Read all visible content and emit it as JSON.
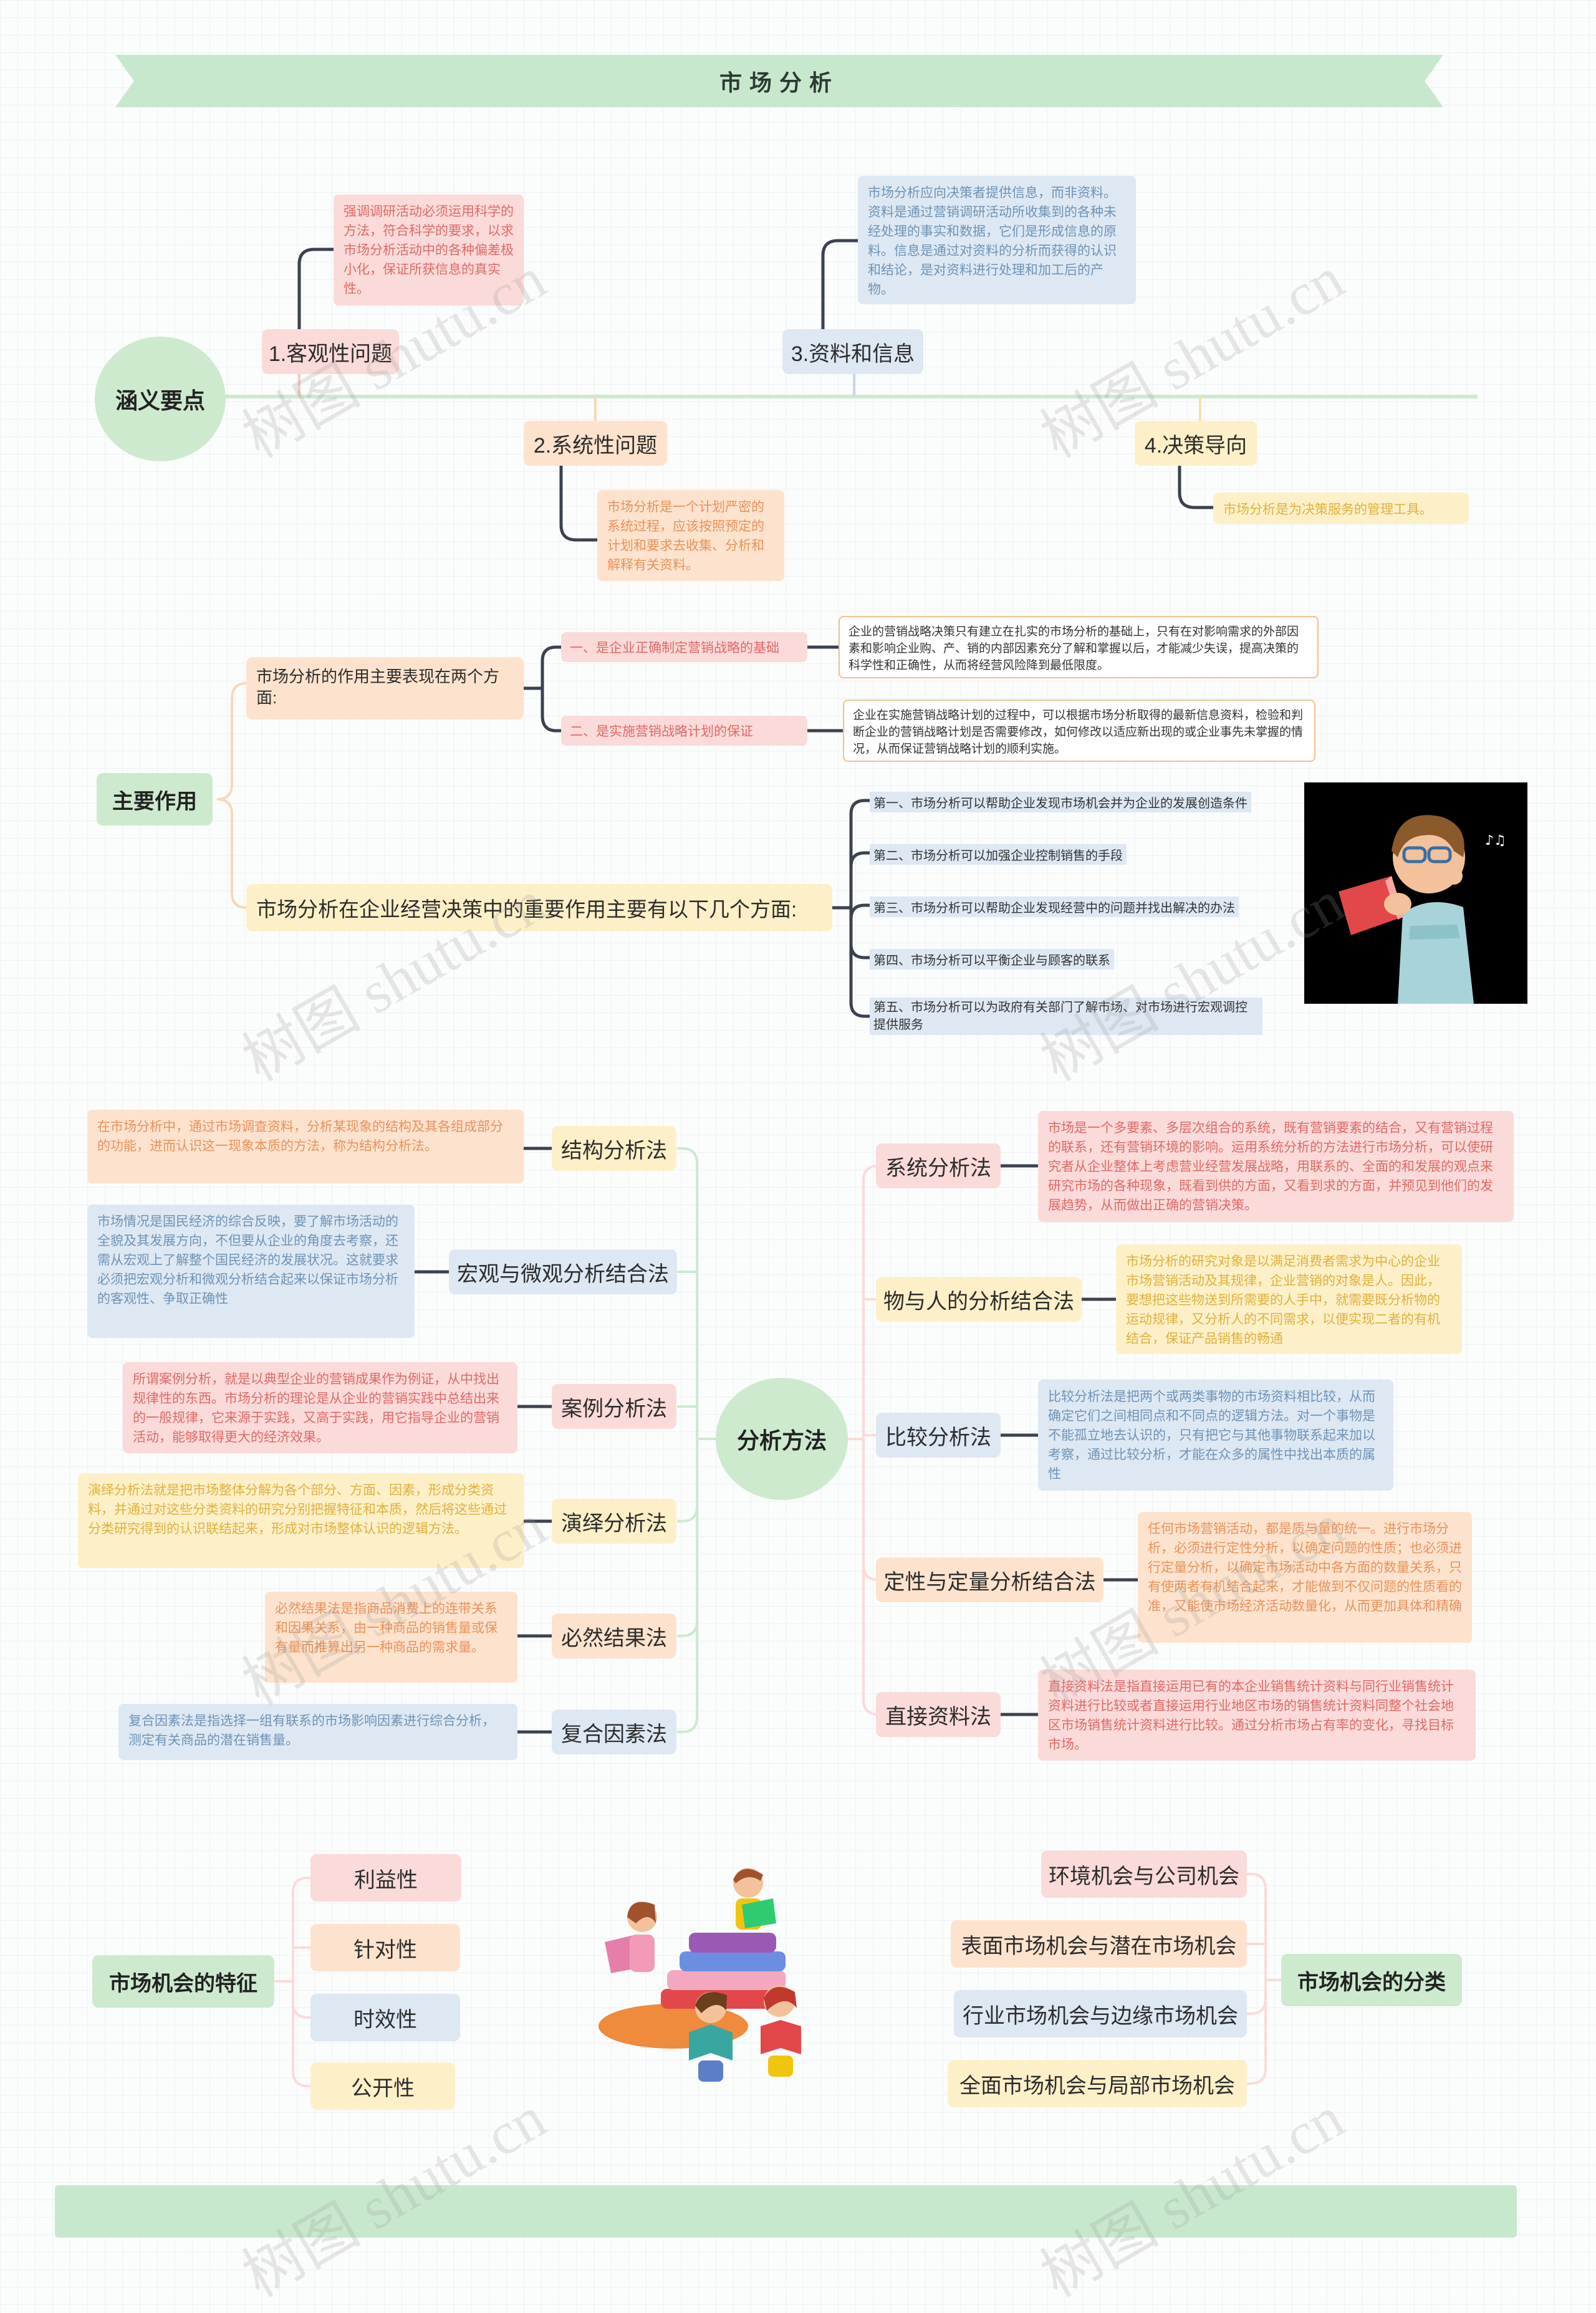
{
  "title": "市场分析",
  "section1": {
    "topic": "涵义要点",
    "branches": [
      {
        "label": "1.客观性问题",
        "note": "强调调研活动必须运用科学的方法，符合科学的要求，以求市场分析活动中的各种偏差极小化，保证所获信息的真实性。"
      },
      {
        "label": "2.系统性问题",
        "note": "市场分析是一个计划严密的系统过程，应该按照预定的计划和要求去收集、分析和解释有关资料。"
      },
      {
        "label": "3.资料和信息",
        "note": "市场分析应向决策者提供信息，而非资料。资料是通过营销调研活动所收集到的各种未经处理的事实和数据，它们是形成信息的原料。信息是通过对资料的分析而获得的认识和结论，是对资料进行处理和加工后的产物。"
      },
      {
        "label": "4.决策导向",
        "note": "市场分析是为决策服务的管理工具。"
      }
    ]
  },
  "section2": {
    "topic": "主要作用",
    "branch1": {
      "label": "市场分析的作用主要表现在两个方面:",
      "items": [
        {
          "label": "一、是企业正确制定营销战略的基础",
          "note": "企业的营销战略决策只有建立在扎实的市场分析的基础上，只有在对影响需求的外部因素和影响企业购、产、销的内部因素充分了解和掌握以后，才能减少失误，提高决策的科学性和正确性，从而将经营风险降到最低限度。"
        },
        {
          "label": "二、是实施营销战略计划的保证",
          "note": "企业在实施营销战略计划的过程中，可以根据市场分析取得的最新信息资料，检验和判断企业的营销战略计划是否需要修改，如何修改以适应新出现的或企业事先未掌握的情况，从而保证营销战略计划的顺利实施。"
        }
      ]
    },
    "branch2": {
      "label": "市场分析在企业经营决策中的重要作用主要有以下几个方面:",
      "items": [
        "第一、市场分析可以帮助企业发现市场机会并为企业的发展创造条件",
        "第二、市场分析可以加强企业控制销售的手段",
        "第三、市场分析可以帮助企业发现经营中的问题并找出解决的办法",
        "第四、市场分析可以平衡企业与顾客的联系",
        "第五、市场分析可以为政府有关部门了解市场、对市场进行宏观调控提供服务"
      ]
    }
  },
  "section3": {
    "topic": "分析方法",
    "left": [
      {
        "label": "结构分析法",
        "note": "在市场分析中，通过市场调查资料，分析某现象的结构及其各组成部分的功能，进而认识这一现象本质的方法，称为结构分析法。"
      },
      {
        "label": "宏观与微观分析结合法",
        "note": "市场情况是国民经济的综合反映，要了解市场活动的全貌及其发展方向，不但要从企业的角度去考察，还需从宏观上了解整个国民经济的发展状况。这就要求必须把宏观分析和微观分析结合起来以保证市场分析的客观性、争取正确性"
      },
      {
        "label": "案例分析法",
        "note": "所谓案例分析，就是以典型企业的营销成果作为例证，从中找出规律性的东西。市场分析的理论是从企业的营销实践中总结出来的一般规律，它来源于实践，又高于实践，用它指导企业的营销活动，能够取得更大的经济效果。"
      },
      {
        "label": "演绎分析法",
        "note": "演绎分析法就是把市场整体分解为各个部分、方面、因素，形成分类资料，并通过对这些分类资料的研究分别把握特征和本质，然后将这些通过分类研究得到的认识联结起来，形成对市场整体认识的逻辑方法。"
      },
      {
        "label": "必然结果法",
        "note": "必然结果法是指商品消费上的连带关系和因果关系，由一种商品的销售量或保有量而推算出另一种商品的需求量。"
      },
      {
        "label": "复合因素法",
        "note": "复合因素法是指选择一组有联系的市场影响因素进行综合分析，测定有关商品的潜在销售量。"
      }
    ],
    "right": [
      {
        "label": "系统分析法",
        "note": "市场是一个多要素、多层次组合的系统，既有营销要素的结合，又有营销过程的联系，还有营销环境的影响。运用系统分析的方法进行市场分析，可以使研究者从企业整体上考虑营业经营发展战略，用联系的、全面的和发展的观点来研究市场的各种现象，既看到供的方面，又看到求的方面，并预见到他们的发展趋势，从而做出正确的营销决策。"
      },
      {
        "label": "物与人的分析结合法",
        "note": "市场分析的研究对象是以满足消费者需求为中心的企业市场营销活动及其规律，企业营销的对象是人。因此，要想把这些物送到所需要的人手中，就需要既分析物的运动规律，又分析人的不同需求，以便实现二者的有机结合，保证产品销售的畅通"
      },
      {
        "label": "比较分析法",
        "note": "比较分析法是把两个或两类事物的市场资料相比较，从而确定它们之间相同点和不同点的逻辑方法。对一个事物是不能孤立地去认识的，只有把它与其他事物联系起来加以考察，通过比较分析，才能在众多的属性中找出本质的属性"
      },
      {
        "label": "定性与定量分析结合法",
        "note": "任何市场营销活动，都是质与量的统一。进行市场分析，必须进行定性分析，以确定问题的性质；也必须进行定量分析，以确定市场活动中各方面的数量关系，只有使两者有机结合起来，才能做到不仅问题的性质看的准，又能使市场经济活动数量化，从而更加具体和精确"
      },
      {
        "label": "直接资料法",
        "note": "直接资料法是指直接运用已有的本企业销售统计资料与同行业销售统计资料进行比较或者直接运用行业地区市场的销售统计资料同整个社会地区市场销售统计资料进行比较。通过分析市场占有率的变化，寻找目标市场。"
      }
    ]
  },
  "section4": {
    "left_topic": "市场机会的特征",
    "left_items": [
      "利益性",
      "针对性",
      "时效性",
      "公开性"
    ],
    "right_topic": "市场机会的分类",
    "right_items": [
      "环境机会与公司机会",
      "表面市场机会与潜在市场机会",
      "行业市场机会与边缘市场机会",
      "全面市场机会与局部市场机会"
    ]
  },
  "watermark": "树图 shutu.cn",
  "colors": {
    "green": "#cdeacf",
    "red_note": "#fadbd9",
    "blue_note": "#dde8f3",
    "yellow_note": "#fdf0c8",
    "orange_note": "#fde3cd",
    "dark_line": "#3a4250"
  }
}
